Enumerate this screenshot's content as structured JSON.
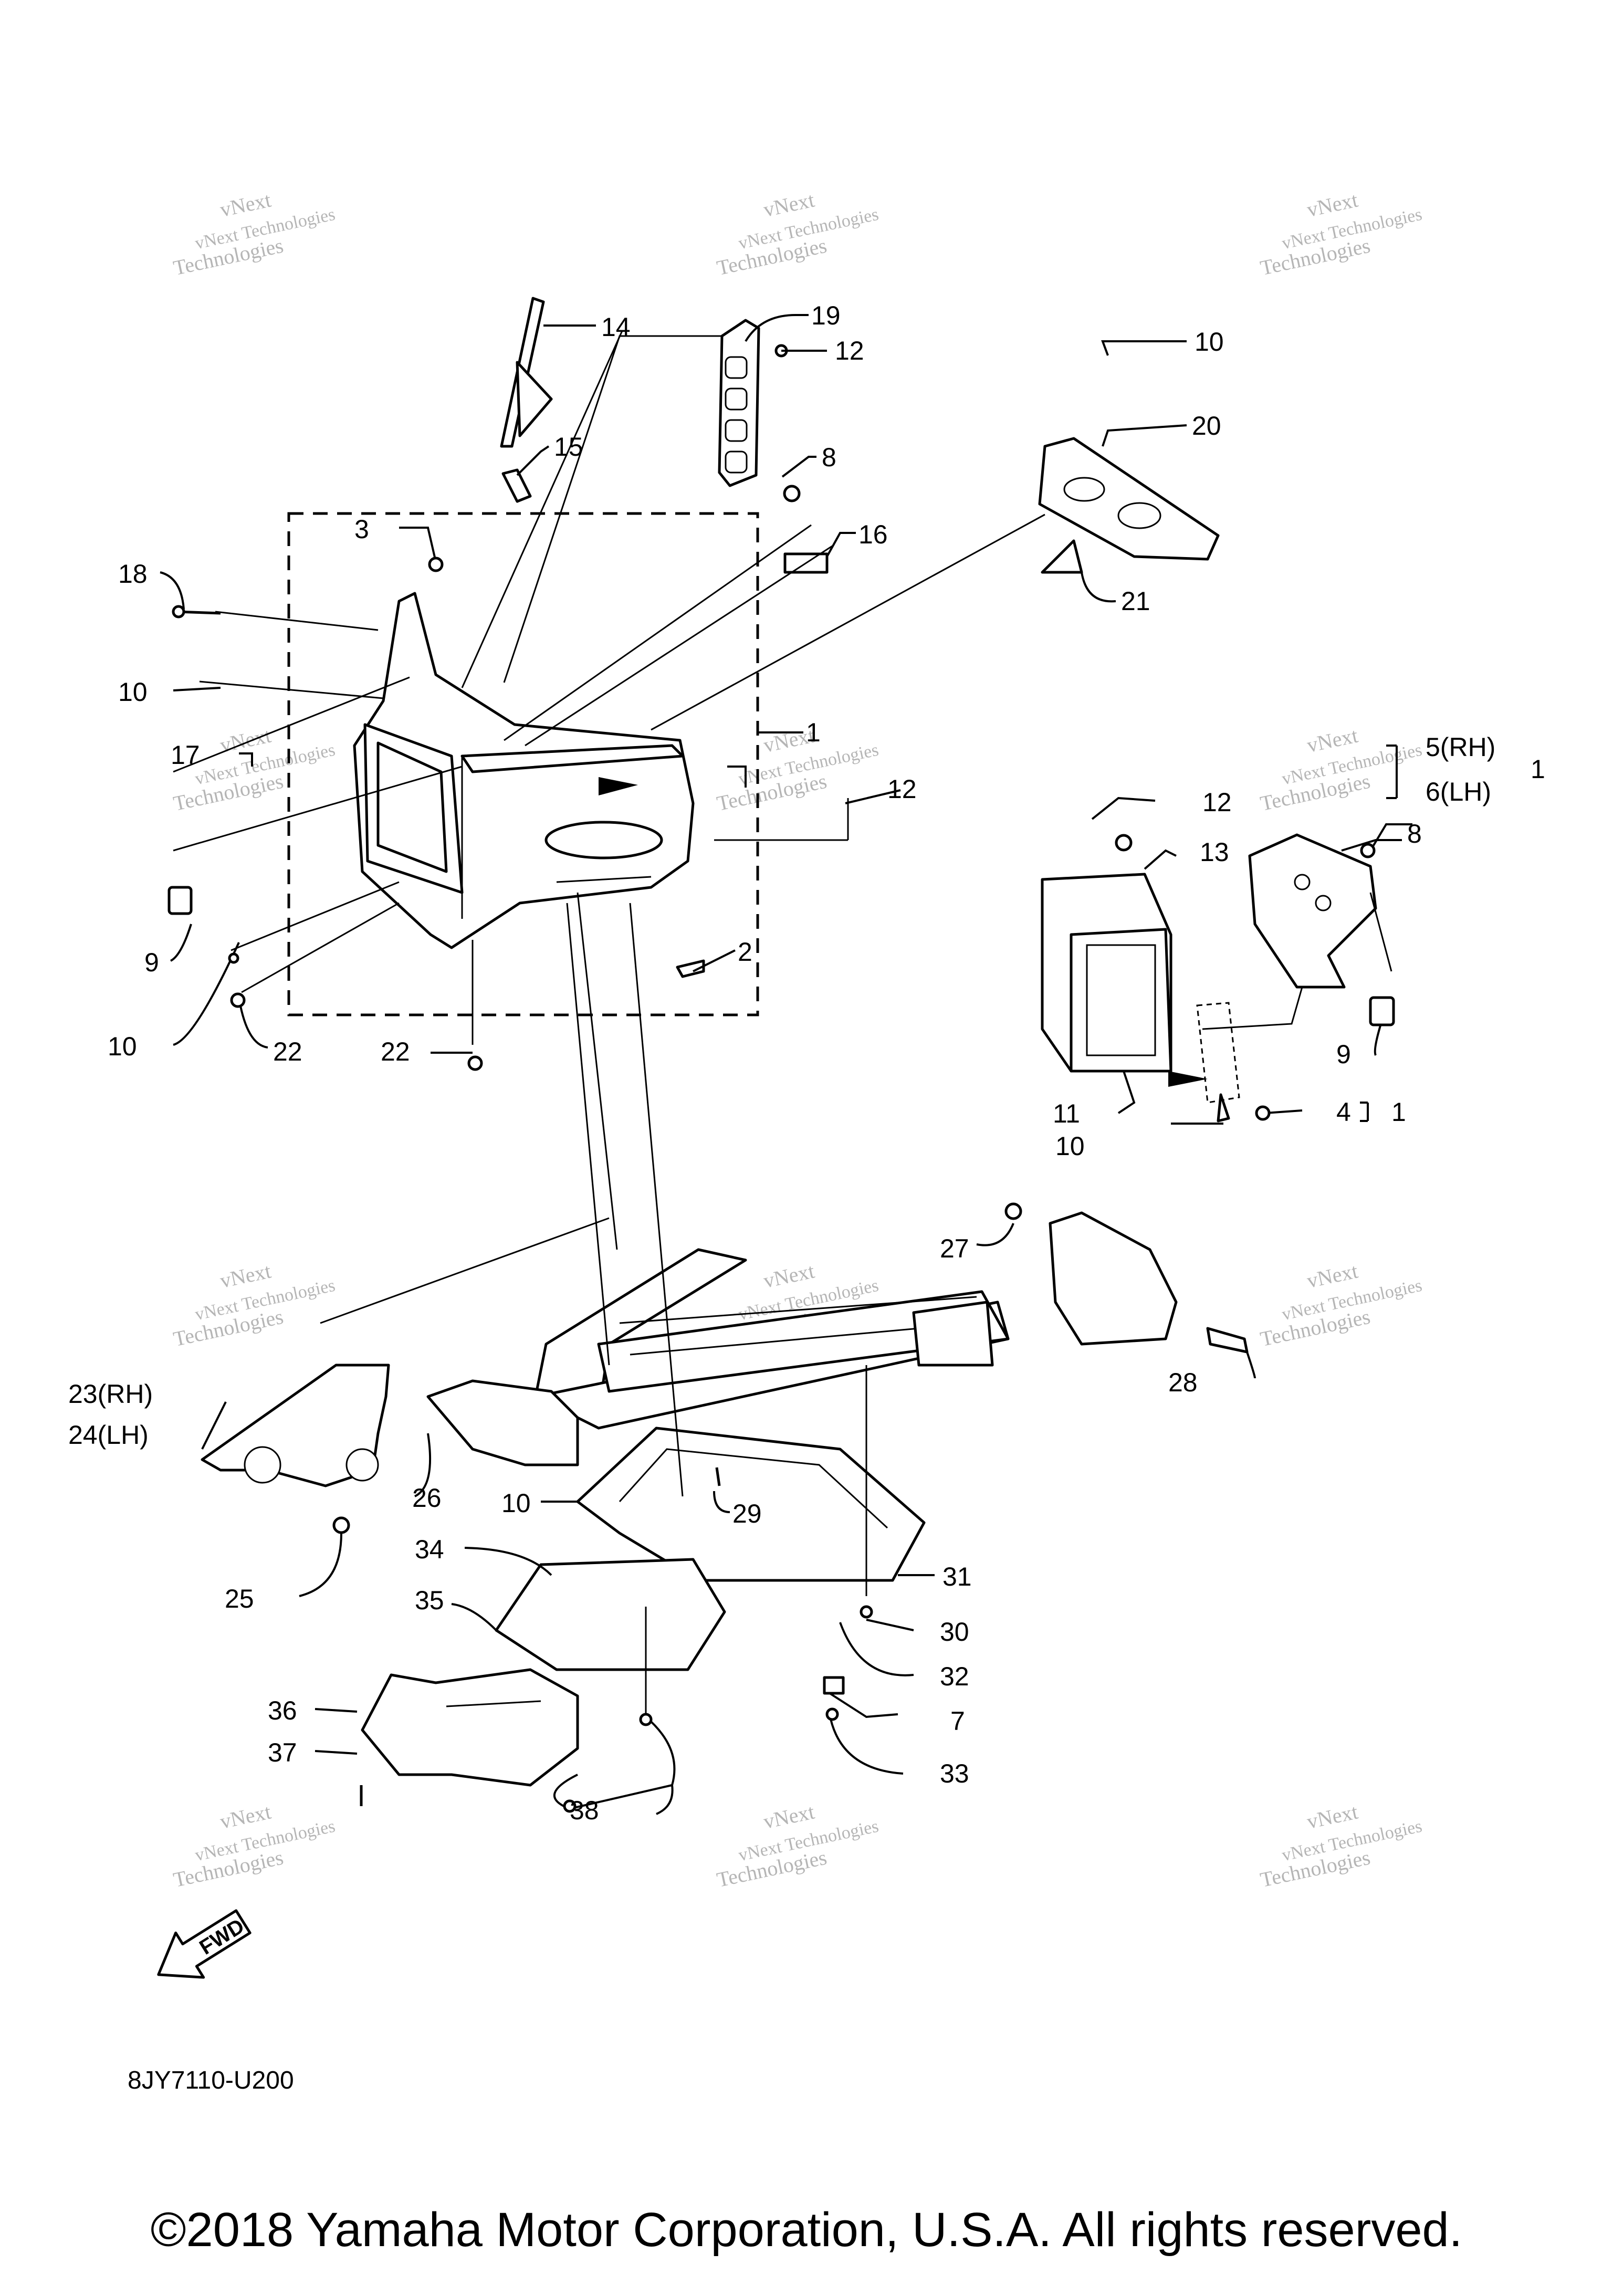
{
  "diagram": {
    "code": "8JY7110-U200",
    "copyright": "©2018 Yamaha Motor Corporation, U.S.A. All rights reserved.",
    "fwd_label": "FWD",
    "watermark": {
      "line1": "vNext",
      "line2": "vNext Technologies",
      "line3": "Technologies"
    },
    "callouts": [
      {
        "id": "c14",
        "text": "14"
      },
      {
        "id": "c19",
        "text": "19"
      },
      {
        "id": "c12a",
        "text": "12"
      },
      {
        "id": "c10a",
        "text": "10"
      },
      {
        "id": "c20",
        "text": "20"
      },
      {
        "id": "c15",
        "text": "15"
      },
      {
        "id": "c8a",
        "text": "8"
      },
      {
        "id": "c3",
        "text": "3"
      },
      {
        "id": "c16",
        "text": "16"
      },
      {
        "id": "c18",
        "text": "18"
      },
      {
        "id": "c21",
        "text": "21"
      },
      {
        "id": "c10b",
        "text": "10"
      },
      {
        "id": "c1a",
        "text": "1"
      },
      {
        "id": "c17",
        "text": "17"
      },
      {
        "id": "c12b",
        "text": "12"
      },
      {
        "id": "c5",
        "text": "5(RH)"
      },
      {
        "id": "c6",
        "text": "6(LH)"
      },
      {
        "id": "c1b",
        "text": "1"
      },
      {
        "id": "c12c",
        "text": "12"
      },
      {
        "id": "c13",
        "text": "13"
      },
      {
        "id": "c8b",
        "text": "8"
      },
      {
        "id": "c2",
        "text": "2"
      },
      {
        "id": "c9a",
        "text": "9"
      },
      {
        "id": "c10c",
        "text": "10"
      },
      {
        "id": "c22a",
        "text": "22"
      },
      {
        "id": "c22b",
        "text": "22"
      },
      {
        "id": "c9b",
        "text": "9"
      },
      {
        "id": "c11",
        "text": "11"
      },
      {
        "id": "c4",
        "text": "4"
      },
      {
        "id": "c1c",
        "text": "1"
      },
      {
        "id": "c10d",
        "text": "10"
      },
      {
        "id": "c27",
        "text": "27"
      },
      {
        "id": "c28",
        "text": "28"
      },
      {
        "id": "c23",
        "text": "23(RH)"
      },
      {
        "id": "c24",
        "text": "24(LH)"
      },
      {
        "id": "c26",
        "text": "26"
      },
      {
        "id": "c10e",
        "text": "10"
      },
      {
        "id": "c29",
        "text": "29"
      },
      {
        "id": "c34",
        "text": "34"
      },
      {
        "id": "c31",
        "text": "31"
      },
      {
        "id": "c25",
        "text": "25"
      },
      {
        "id": "c35",
        "text": "35"
      },
      {
        "id": "c30",
        "text": "30"
      },
      {
        "id": "c32",
        "text": "32"
      },
      {
        "id": "c36",
        "text": "36"
      },
      {
        "id": "c7",
        "text": "7"
      },
      {
        "id": "c37",
        "text": "37"
      },
      {
        "id": "c33",
        "text": "33"
      },
      {
        "id": "c38",
        "text": "38"
      }
    ]
  }
}
